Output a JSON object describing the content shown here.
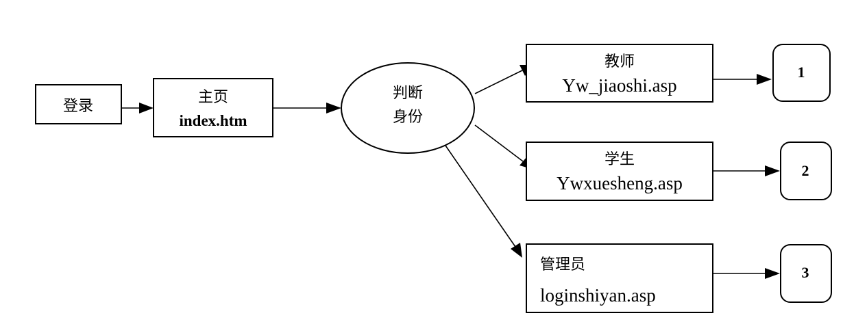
{
  "nodes": {
    "login": {
      "label": "登录"
    },
    "home": {
      "line1": "主页",
      "line2": "index.htm"
    },
    "decision": {
      "line1": "判断",
      "line2": "身份"
    },
    "teacher": {
      "line1": "教师",
      "line2": "Yw_jiaoshi.asp"
    },
    "student": {
      "line1": "学生",
      "line2": "Ywxuesheng.asp"
    },
    "admin": {
      "line1": "管理员",
      "line2": "loginshiyan.asp"
    },
    "out1": {
      "label": "1"
    },
    "out2": {
      "label": "2"
    },
    "out3": {
      "label": "3"
    }
  },
  "colors": {
    "stroke": "#000000",
    "background": "#ffffff"
  }
}
